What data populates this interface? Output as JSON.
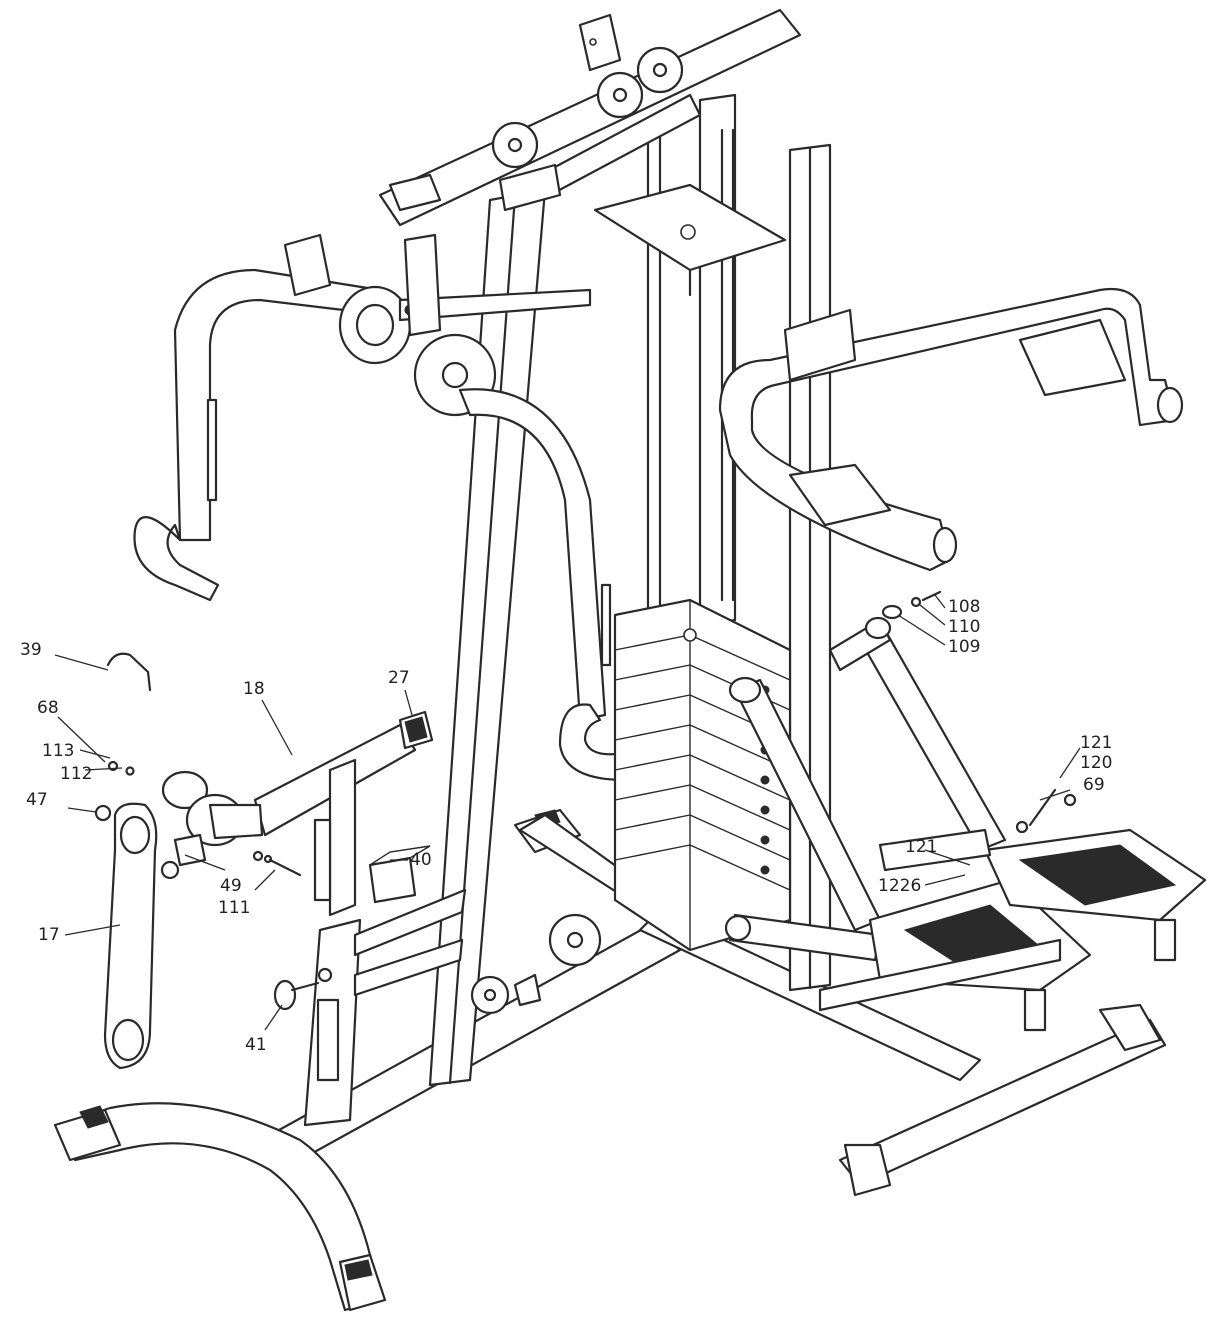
{
  "callouts": [
    {
      "id": "c39",
      "text": "39"
    },
    {
      "id": "c68",
      "text": "68"
    },
    {
      "id": "c113",
      "text": "113"
    },
    {
      "id": "c112",
      "text": "112"
    },
    {
      "id": "c47",
      "text": "47"
    },
    {
      "id": "c17",
      "text": "17"
    },
    {
      "id": "c18",
      "text": "18"
    },
    {
      "id": "c27",
      "text": "27"
    },
    {
      "id": "c49",
      "text": "49"
    },
    {
      "id": "c111",
      "text": "111"
    },
    {
      "id": "c40",
      "text": "40"
    },
    {
      "id": "c41",
      "text": "41"
    },
    {
      "id": "c108",
      "text": "108"
    },
    {
      "id": "c110",
      "text": "110"
    },
    {
      "id": "c109",
      "text": "109"
    },
    {
      "id": "c121a",
      "text": "121"
    },
    {
      "id": "c120",
      "text": "120"
    },
    {
      "id": "c69",
      "text": "69"
    },
    {
      "id": "c121b",
      "text": "121"
    },
    {
      "id": "c1226",
      "text": "1226"
    }
  ]
}
